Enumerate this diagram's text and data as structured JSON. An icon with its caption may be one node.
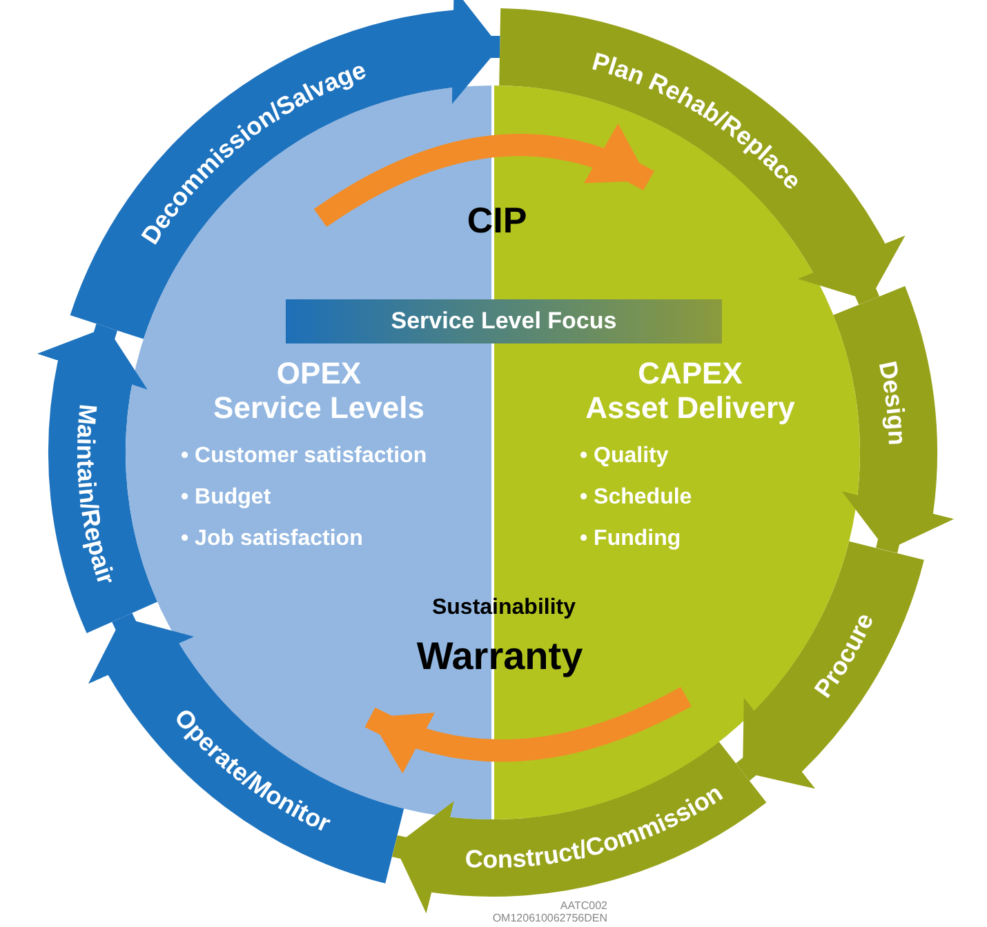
{
  "diagram": {
    "nodes": [
      {
        "text": [
          "Plan Rehab/Replace"
        ]
      },
      {
        "text": [
          "Design"
        ]
      },
      {
        "text": [
          "Procure"
        ]
      },
      {
        "text": [
          "Construct/Commission"
        ]
      },
      {
        "text": [
          "Operate/Monitor"
        ]
      },
      {
        "text": [
          "Maintain/Repair"
        ]
      },
      {
        "text": [
          "Decommission/Salvage"
        ]
      },
      {
        "text": [
          "OPEX",
          "Service Levels",
          "• Customer satisfaction",
          "• Budget",
          "• Job satisfaction"
        ]
      },
      {
        "text": [
          "CAPEX",
          "Asset Delivery",
          "• Quality",
          "• Schedule",
          "• Funding"
        ]
      },
      {
        "text": [
          "Service Level Focus"
        ]
      }
    ],
    "edges": [
      {
        "from": 6,
        "to": 0,
        "arrow": "to",
        "color": "#1e73be"
      },
      {
        "from": 0,
        "to": 1,
        "arrow": "to"
      },
      {
        "from": 1,
        "to": 2,
        "arrow": "to"
      },
      {
        "from": 2,
        "to": 3,
        "arrow": "to"
      },
      {
        "from": 3,
        "to": 4,
        "arrow": "to"
      },
      {
        "from": 4,
        "to": 5,
        "arrow": "to",
        "color": "#1e73be"
      },
      {
        "from": 5,
        "to": 6,
        "arrow": "to",
        "color": "#1e73be"
      },
      {
        "from": 7,
        "to": 8,
        "arrow": "to",
        "label": "CIP",
        "color": "#f28c28"
      },
      {
        "from": 8,
        "to": 7,
        "arrow": "to",
        "label": "Warranty",
        "color": "#f28c28"
      }
    ],
    "labels": [
      "Sustainability",
      "AATC002",
      "OM120610062756DEN"
    ]
  }
}
